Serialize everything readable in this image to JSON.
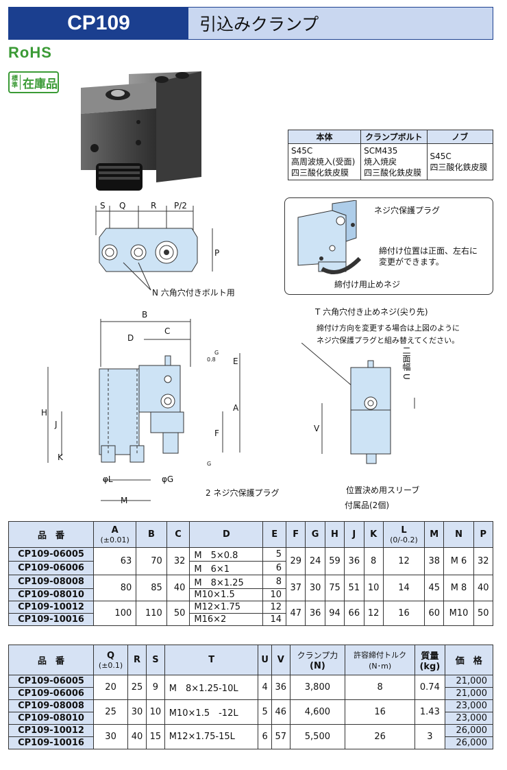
{
  "header": {
    "code": "CP109",
    "name": "引込みクランプ"
  },
  "badges": {
    "rohs": "RoHS",
    "stock_small": "標準",
    "stock_big": "在庫品"
  },
  "materials": {
    "headers": [
      "本体",
      "クランプボルト",
      "ノブ"
    ],
    "body": [
      "S45C",
      "高周波焼入(受面)",
      "四三酸化鉄皮膜"
    ],
    "bolt": [
      "SCM435",
      "焼入焼戻",
      "四三酸化鉄皮膜"
    ],
    "knob": [
      "S45C",
      "四三酸化鉄皮膜"
    ]
  },
  "notes": {
    "plug": "ネジ穴保護プラグ",
    "position1": "締付け位置は正面、左右に",
    "position2": "変更ができます。",
    "setscrew": "締付け用止めネジ",
    "t_screw": "T 六角穴付き止めネジ(尖り先)",
    "change1": "締付け方向を変更する場合は上図のように",
    "change2": "ネジ穴保護プラグと組み替えてください。",
    "n_bolt": "N 六角穴付きボルト用",
    "plug2": "2 ネジ穴保護プラグ",
    "sleeve": "位置決め用スリーブ",
    "accessory": "付属品(2個)",
    "width_u": "二面幅 U"
  },
  "dims": {
    "S": "S",
    "Q": "Q",
    "R": "R",
    "P2": "P/2",
    "P": "P",
    "B": "B",
    "C": "C",
    "D": "D",
    "E": "E",
    "A": "A",
    "H": "H",
    "J": "J",
    "F": "F",
    "K": "K",
    "L": "φL",
    "G": "φG",
    "M": "M",
    "V": "V",
    "G_top": "G",
    "G_bot": "G",
    "f08": "0.8"
  },
  "table1": {
    "headers": [
      "品　番",
      "A",
      "(±0.01)",
      "B",
      "C",
      "D",
      "E",
      "F",
      "G",
      "H",
      "J",
      "K",
      "L",
      "(0/-0.2)",
      "M",
      "N",
      "P"
    ],
    "groups": [
      {
        "parts": [
          "CP109-06005",
          "CP109-06006"
        ],
        "A": "63",
        "B": "70",
        "C": "32",
        "D": [
          "M　5×0.8",
          "M　6×1"
        ],
        "E": [
          "5",
          "6"
        ],
        "F": "29",
        "G": "24",
        "H": "59",
        "J": "36",
        "K": "8",
        "L": "12",
        "M": "38",
        "N": "M 6",
        "P": "32"
      },
      {
        "parts": [
          "CP109-08008",
          "CP109-08010"
        ],
        "A": "80",
        "B": "85",
        "C": "40",
        "D": [
          "M　8×1.25",
          "M10×1.5"
        ],
        "E": [
          "8",
          "10"
        ],
        "F": "37",
        "G": "30",
        "H": "75",
        "J": "51",
        "K": "10",
        "L": "14",
        "M": "45",
        "N": "M 8",
        "P": "40"
      },
      {
        "parts": [
          "CP109-10012",
          "CP109-10016"
        ],
        "A": "100",
        "B": "110",
        "C": "50",
        "D": [
          "M12×1.75",
          "M16×2"
        ],
        "E": [
          "12",
          "14"
        ],
        "F": "47",
        "G": "36",
        "H": "94",
        "J": "66",
        "K": "12",
        "L": "16",
        "M": "60",
        "N": "M10",
        "P": "50"
      }
    ]
  },
  "table2": {
    "headers": [
      "品　番",
      "Q",
      "(±0.1)",
      "R",
      "S",
      "T",
      "U",
      "V",
      "クランプ力",
      "(N)",
      "許容締付トルク",
      "(N･m)",
      "質量",
      "(kg)",
      "価　格"
    ],
    "groups": [
      {
        "parts": [
          "CP109-06005",
          "CP109-06006"
        ],
        "Q": "20",
        "R": "25",
        "S": "9",
        "T": "M　8×1.25-10L",
        "U": "4",
        "V": "36",
        "force": "3,800",
        "torque": "8",
        "mass": "0.74",
        "price": [
          "21,000",
          "21,000"
        ]
      },
      {
        "parts": [
          "CP109-08008",
          "CP109-08010"
        ],
        "Q": "25",
        "R": "30",
        "S": "10",
        "T": "M10×1.5　-12L",
        "U": "5",
        "V": "46",
        "force": "4,600",
        "torque": "16",
        "mass": "1.43",
        "price": [
          "23,000",
          "23,000"
        ]
      },
      {
        "parts": [
          "CP109-10012",
          "CP109-10016"
        ],
        "Q": "30",
        "R": "40",
        "S": "15",
        "T": "M12×1.75-15L",
        "U": "6",
        "V": "57",
        "force": "5,500",
        "torque": "26",
        "mass": "3",
        "price": [
          "26,000",
          "26,000"
        ]
      }
    ]
  },
  "colors": {
    "brand": "#1b3f8f",
    "header_bg": "#c9d7f0",
    "table_head": "#d6e2f4",
    "part_fill": "#cde3f5",
    "rohs": "#3a9a35"
  }
}
